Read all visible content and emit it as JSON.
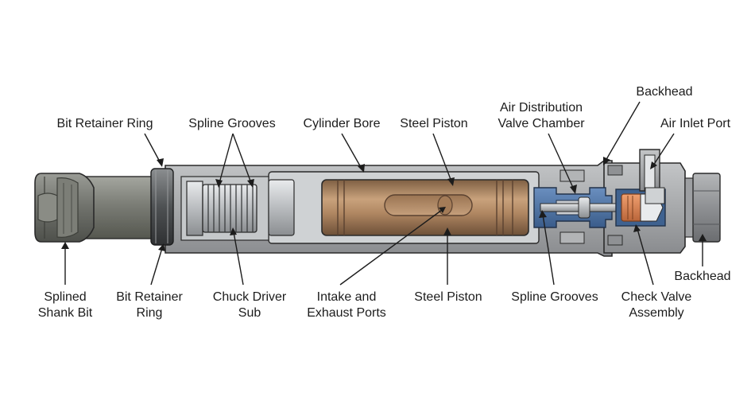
{
  "labels": {
    "top": {
      "bit_retainer_ring": "Bit Retainer Ring",
      "spline_grooves": "Spline Grooves",
      "cylinder_bore": "Cylinder Bore",
      "steel_piston": "Steel Piston",
      "air_distribution_valve_chamber": [
        "Air Distribution",
        "Valve Chamber"
      ],
      "backhead": "Backhead",
      "air_inlet_port": "Air Inlet Port"
    },
    "bottom": {
      "splined_shank_bit": [
        "Splined",
        "Shank Bit"
      ],
      "bit_retainer_ring": [
        "Bit Retainer",
        "Ring"
      ],
      "chuck_driver_sub": [
        "Chuck Driver",
        "Sub"
      ],
      "intake_exhaust_ports": [
        "Intake and",
        "Exhaust Ports"
      ],
      "steel_piston": "Steel Piston",
      "spline_grooves": "Spline Grooves",
      "check_valve_assembly": [
        "Check Valve",
        "Assembly"
      ],
      "backhead": "Backhead"
    }
  },
  "colors": {
    "casing": "#a9abad",
    "casing_dark": "#7d7f82",
    "cavity": "#d4d6d8",
    "piston": "#a07d5c",
    "piston_light": "#c7a07b",
    "valve_blue": "#4a6e9c",
    "check_valve_copper": "#d9814f",
    "bit_steel": "#6f716b",
    "leader_line": "#1c1c1c"
  }
}
